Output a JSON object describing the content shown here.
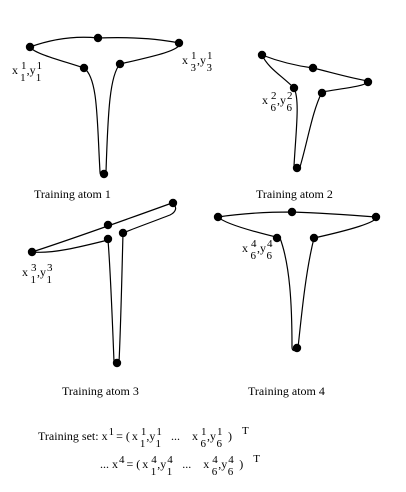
{
  "atoms": [
    {
      "caption": "Training atom 1",
      "labels": [
        {
          "x": "x",
          "xsup": "1",
          "xsub": "1",
          "y": ",y",
          "ysup": "1",
          "ysub": "1"
        },
        {
          "x": "x",
          "xsup": "1",
          "xsub": "3",
          "y": ",y",
          "ysup": "1",
          "ysub": "3"
        }
      ]
    },
    {
      "caption": "Training atom 2",
      "labels": [
        {
          "x": "x",
          "xsup": "2",
          "xsub": "6",
          "y": ",y",
          "ysup": "2",
          "ysub": "6"
        }
      ]
    },
    {
      "caption": "Training atom 3",
      "labels": [
        {
          "x": "x",
          "xsup": "3",
          "xsub": "1",
          "y": ",y",
          "ysup": "3",
          "ysub": "1"
        }
      ]
    },
    {
      "caption": "Training atom 4",
      "labels": [
        {
          "x": "x",
          "xsup": "4",
          "xsub": "6",
          "y": ",y",
          "ysup": "4",
          "ysub": "6"
        }
      ]
    }
  ],
  "formula": {
    "line1": {
      "prefix": "Training set: x",
      "lhs_sup": "1",
      "eq": "= (",
      "a": "x",
      "a_sup": "1",
      "a_sub": "1",
      "b": ",y",
      "b_sup": "1",
      "b_sub": "1",
      "dots": "...",
      "c": "x",
      "c_sup": "1",
      "c_sub": "6",
      "d": ",y",
      "d_sup": "1",
      "d_sub": "6",
      "close": ")",
      "T": "T"
    },
    "line2": {
      "prefix": "... x",
      "lhs_sup": "4",
      "eq": "= (",
      "a": "x",
      "a_sup": "4",
      "a_sub": "1",
      "b": ",y",
      "b_sup": "4",
      "b_sub": "1",
      "dots": "...",
      "c": "x",
      "c_sup": "4",
      "c_sub": "6",
      "d": ",y",
      "d_sup": "4",
      "d_sub": "6",
      "close": ")",
      "T": "T"
    }
  }
}
